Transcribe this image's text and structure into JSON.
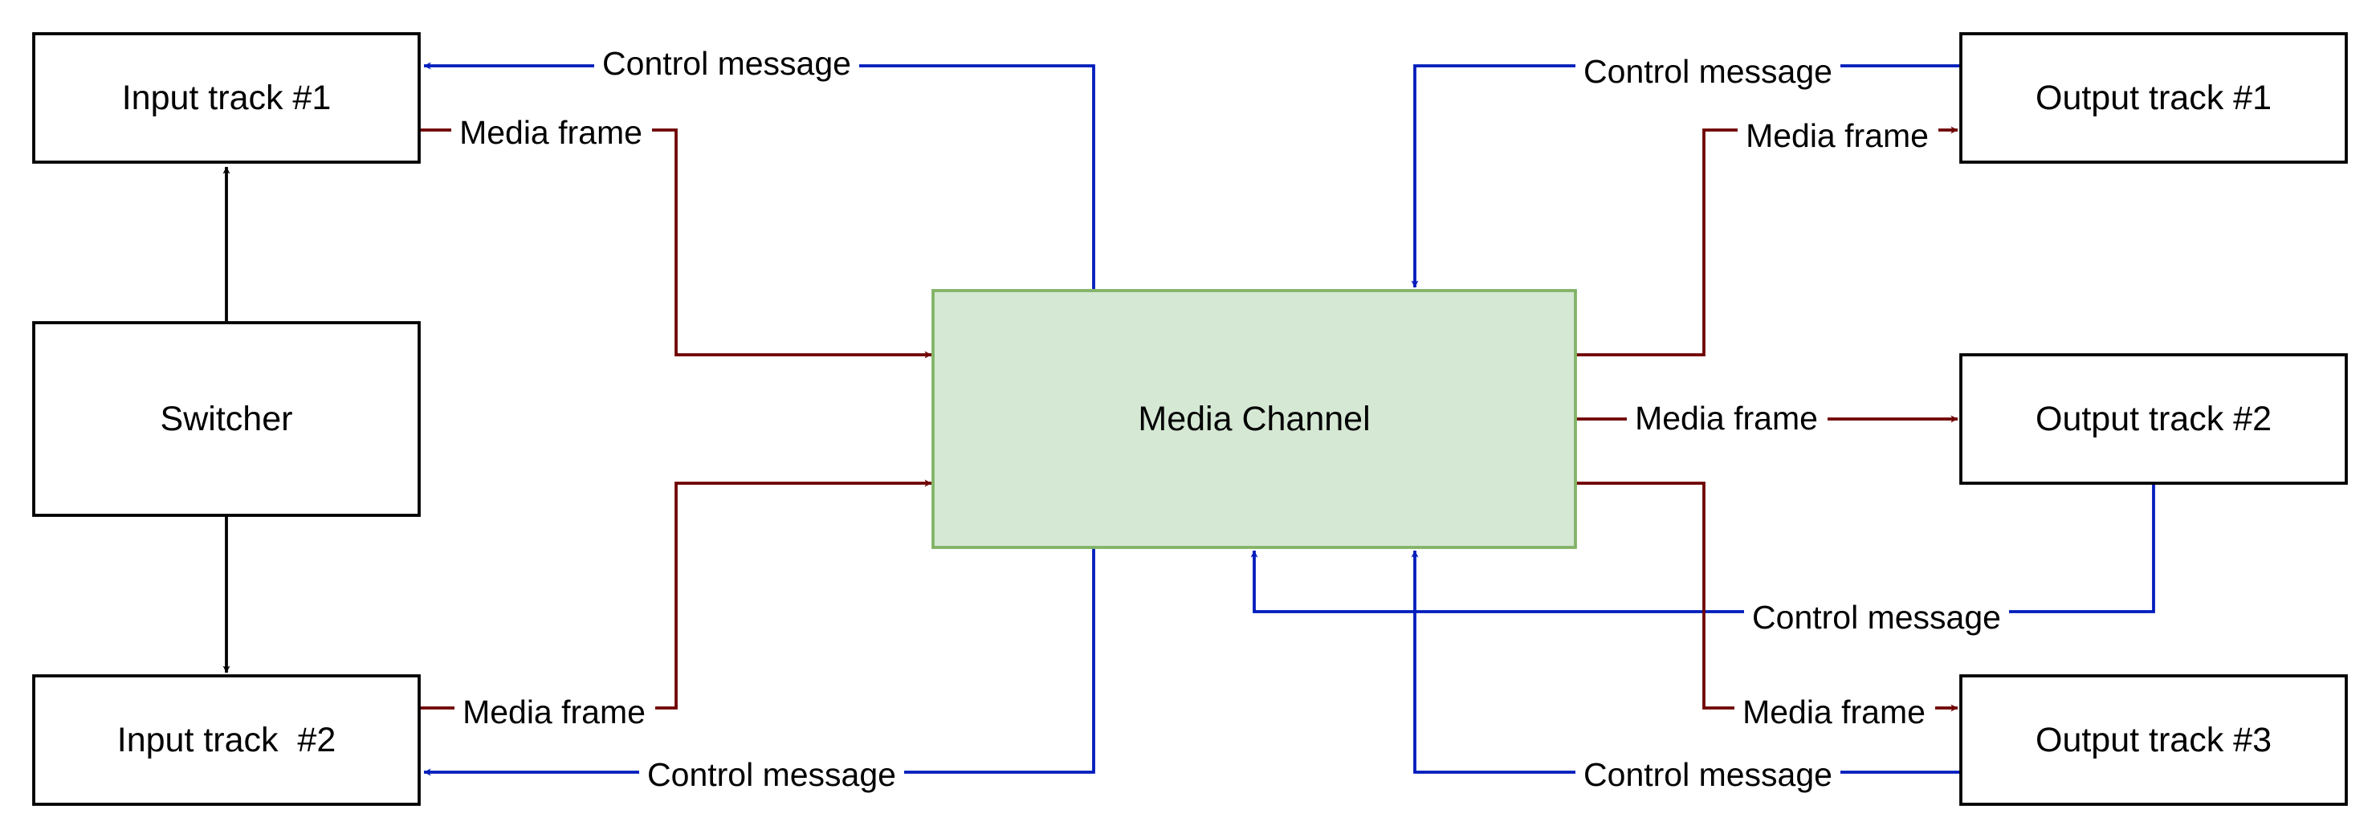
{
  "nodes": {
    "input_track_1": "Input track #1",
    "input_track_2": "Input track  #2",
    "switcher": "Switcher",
    "media_channel": "Media Channel",
    "output_track_1": "Output track #1",
    "output_track_2": "Output track #2",
    "output_track_3": "Output track #3"
  },
  "edge_labels": {
    "control_message": "Control message",
    "media_frame": "Media frame"
  },
  "colors": {
    "control_edge": "#001dbc",
    "media_edge": "#6f0000",
    "structure_edge": "#000000",
    "channel_fill": "#d5e8d4",
    "channel_stroke": "#82b366"
  }
}
